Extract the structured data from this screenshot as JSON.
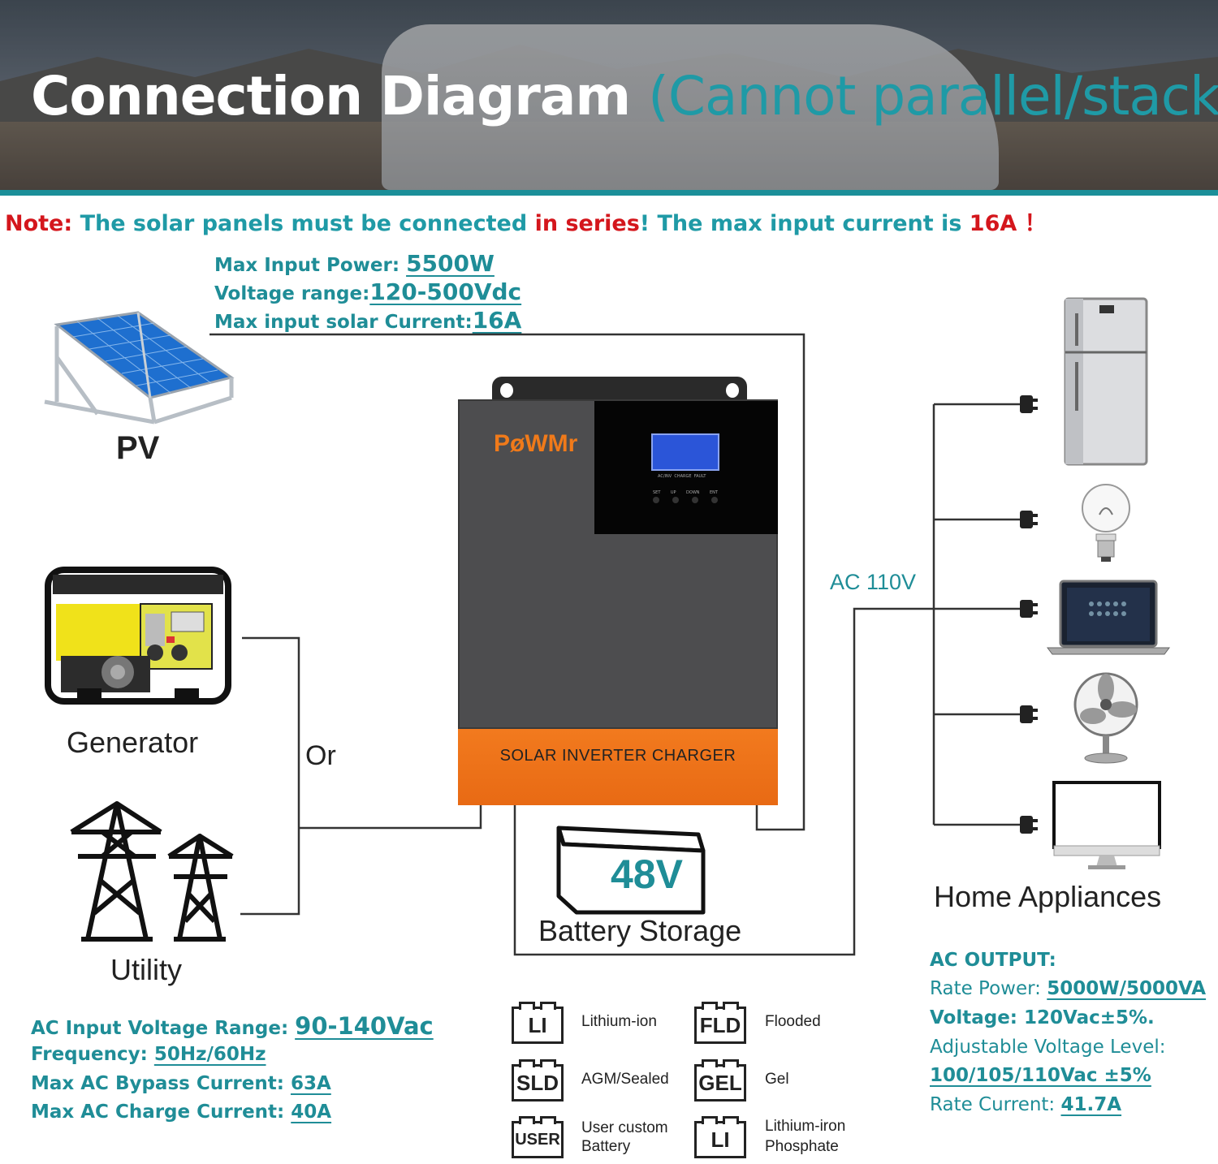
{
  "header": {
    "title": "Connection Diagram",
    "subtitle": "(Cannot parallel/stack)"
  },
  "note": {
    "prefix": "Note:",
    "part1": " The solar panels must be connected ",
    "emph1": "in series",
    "part2": "! The max input current is ",
    "emph2": "16A",
    "suffix": " ！"
  },
  "pv_specs": {
    "power_label": "Max Input Power: ",
    "power_value": "5500W",
    "voltage_label": "Voltage range:",
    "voltage_value": "120-500Vdc",
    "current_label": "Max input solar Current:",
    "current_value": "16A"
  },
  "labels": {
    "pv": "PV",
    "generator": "Generator",
    "or": "Or",
    "utility": "Utility",
    "ac_110v": "AC 110V",
    "battery_voltage": "48V",
    "battery_storage": "Battery Storage",
    "home_appliances": "Home Appliances"
  },
  "inverter": {
    "brand": "PøWMr",
    "front_label": "SOLAR INVERTER CHARGER",
    "buttons": [
      "SET",
      "UP",
      "DOWN",
      "ENT"
    ],
    "leds": [
      "AC/INV",
      "CHARGE",
      "FAULT"
    ]
  },
  "ac_input_specs": {
    "range_label": "AC Input Voltage Range: ",
    "range_value": "90-140Vac",
    "freq_label": "Frequency: ",
    "freq_value": "50Hz/60Hz",
    "bypass_label": "Max AC Bypass Current: ",
    "bypass_value": "63A",
    "charge_label": "Max AC Charge Current: ",
    "charge_value": "40A"
  },
  "battery_types": [
    {
      "code": "LI",
      "name": "Lithium-ion"
    },
    {
      "code": "FLD",
      "name": "Flooded"
    },
    {
      "code": "SLD",
      "name": "AGM/Sealed"
    },
    {
      "code": "GEL",
      "name": "Gel"
    },
    {
      "code": "USER",
      "name": "User custom\nBattery"
    },
    {
      "code": "LI",
      "name": "Lithium-iron\nPhosphate"
    }
  ],
  "ac_output_specs": {
    "heading": "AC OUTPUT:",
    "rate_label": "Rate Power: ",
    "rate_value": "5000W/5000VA",
    "voltage": "Voltage: 120Vac±5%.",
    "adjustable_label": "Adjustable Voltage Level:",
    "adjustable_value": "100/105/110Vac ±5%",
    "current_label": "Rate Current: ",
    "current_value": "41.7A"
  },
  "colors": {
    "teal": "#1f8d97",
    "red": "#d4161c",
    "inverter_orange": "#ee7a1e",
    "inverter_body": "#4a4a4c"
  }
}
